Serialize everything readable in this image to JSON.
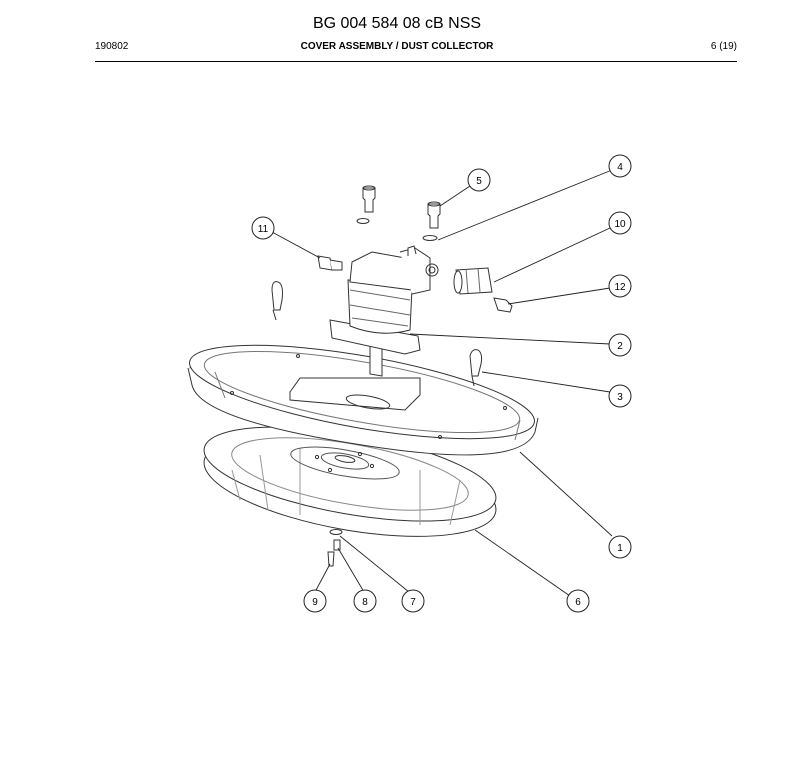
{
  "header": {
    "title": "BG 004 584 08 cB NSS",
    "date_code": "190802",
    "section_title": "COVER ASSEMBLY / DUST COLLECTOR",
    "page_number": "6 (19)"
  },
  "callouts": {
    "c1": "1",
    "c2": "2",
    "c3": "3",
    "c4": "4",
    "c5": "5",
    "c6": "6",
    "c7": "7",
    "c8": "8",
    "c9": "9",
    "c10": "10",
    "c11": "11",
    "c12": "12"
  }
}
